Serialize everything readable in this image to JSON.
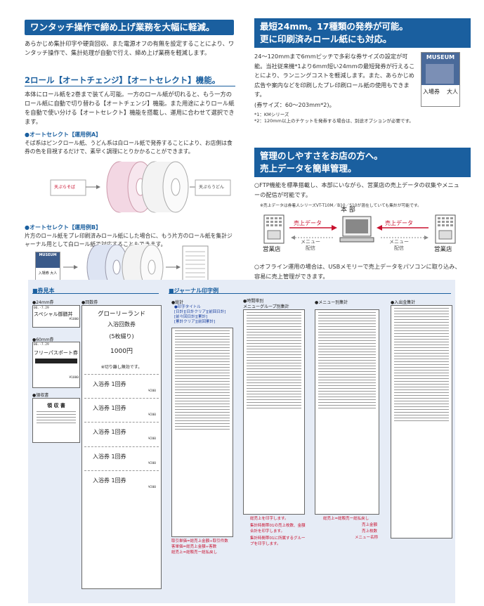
{
  "left": {
    "h1": "ワンタッチ操作で締め上げ業務を大幅に軽減。",
    "p1": "あらかじめ集計印字や硬貨回収、また電源オフの有無を設定することにより、ワンタッチ操作で、集計処理が自動で行え、締め上げ業務を軽減します。",
    "h2": "2ロール【オートチェンジ】【オートセレクト】機能。",
    "p2": "本体にロール紙を2巻まで装てん可能。一方のロール紙が切れると、もう一方のロール紙に自動で切り替わる【オートチェンジ】機能。また用途によりロール紙を自動で使い分ける【オートセレクト】機能を搭載し、運用に合わせて選択できます。",
    "exA_title": "●オートセレクト【運用例A】",
    "exA_text": "そば系はピンクロール紙、うどん系は白ロール紙で発券することにより、お店側は食券の色を目視するだけで、素早く調理にとりかかることができます。",
    "exA_ticket1": "天ぷらそば",
    "exA_ticket2": "天ぷらうどん",
    "exB_title": "●オートセレクト【運用例B】",
    "exB_text": "片方のロール紙をプレ印刷済みロール紙にした場合に、もう片方のロール紙を集計ジャーナル用として白ロール紙で対応することもできます。",
    "museum": "MUSEUM",
    "entry": "入場券",
    "adult": "大人"
  },
  "right": {
    "h1_line1": "最短24mm。17種類の発券が可能。",
    "h1_line2": "更に印刷済みロール紙にも対応。",
    "p1": "24〜120mmまで6mmピッチで多彩な券サイズの設定が可能。当社従来機*1より6mm短い24mmの最短発券が行えることにより、ランニングコストを軽減します。また、あらかじめ広告や案内などを印刷したプレ印刷ロール紙の使用もできます。",
    "p1_size": "(券サイズ：60〜203mm*2)。",
    "note1": "*1：KMシリーズ",
    "note2": "*2：120mm以上のチケットを発券する場合は、別途オプションが必要です。",
    "h2_line1": "管理のしやすさをお店の方へ。",
    "h2_line2": "売上データを簡単管理。",
    "p2": "○FTP機能を標準搭載し、本部にいながら、営業店の売上データの収集やメニューの配信が可能です。",
    "p2_note": "※売上データは券着人シリーズVT-T10M／B10／S10が混在していても集計が可能です。",
    "hq": "本 部",
    "sales_data_1": "売上データ",
    "sales_data_2": "売上データ",
    "menu_dist_1": "メニュー\n配信",
    "menu_dist_2": "メニュー\n配信",
    "branch_1": "営業店",
    "branch_2": "営業店",
    "p3": "○オフライン運用の場合は、USBメモリーで売上データをパソコンに取り込み、容易に売上管理ができます。"
  },
  "bottom": {
    "sample_title": "■券見本",
    "journal_title": "■ジャーナル印字例",
    "t24": "●24mm券",
    "t60": "●60mm券",
    "receipt": "●領収書",
    "kaisu": "●回数券",
    "shukei": "●総計",
    "jikan": "●時間帯別\nメニューグループ別集計",
    "menu_shukei": "●メニュー別集計",
    "nyushutsu": "●入出金集計",
    "special": "スペシャル御膳丼",
    "free_pass": "フリーパスポート券",
    "ryoshusho": "領 収 書",
    "gururi": "グローリーランド",
    "nyujo_kaisu": "入浴回数券",
    "five_sheets": "(5枚綴り)",
    "price_1000": "1000円",
    "kaisu_note": "※切り離し無効です。",
    "date_line": "06.-7.29",
    "entry_once": "入浴券 1回券",
    "price_200": "¥200",
    "price_1000y": "¥1000",
    "shukei_tags": "●印字タイトル\n[日計][日計クリア][前回日計]\n[前々回日計][累計]\n[累計クリア][前回累計]",
    "cap1": "総売上を印字します。",
    "cap2": "集計時間帯01の売上枚数、金額合計を印字します。",
    "cap3": "集計時間帯01に所属するグループを印字します。",
    "cap4": "取引単価=総売上金額÷取引件数",
    "cap5": "客単価=総売上金額÷客数",
    "cap6": "総売上=総販売ー総払戻し",
    "cap7": "総売上=総販売ー総払戻し",
    "cap8": "売上金額",
    "cap9": "売上枚数",
    "cap10": "メニュー名称"
  }
}
